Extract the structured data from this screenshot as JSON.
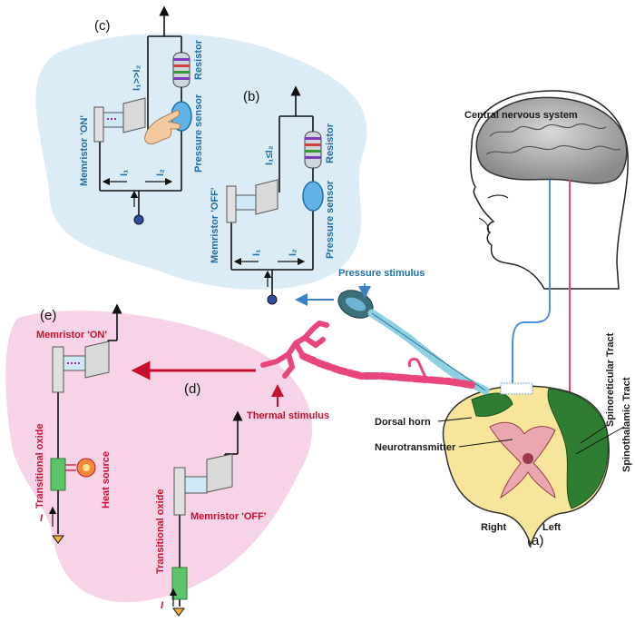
{
  "panels": {
    "a": "(a)",
    "b": "(b)",
    "c": "(c)",
    "d": "(d)",
    "e": "(e)"
  },
  "labels": {
    "central_nervous_system": "Central nervous system",
    "pressure_stimulus": "Pressure stimulus",
    "thermal_stimulus": "Thermal stimulus",
    "dorsal_horn": "Dorsal horn",
    "neurotransmitter": "Neurotransmitter",
    "right": "Right",
    "left": "Left",
    "spinoreticular_tract": "Spinoreticular Tract",
    "spinothalamic_tract": "Spinothalamic Tract"
  },
  "circuit_c": {
    "memristor": "Memristor 'ON'",
    "resistor": "Resistor",
    "pressure_sensor": "Pressure sensor",
    "current_relation": "I₁>>I₂",
    "i1": "I₁",
    "i2": "I₂"
  },
  "circuit_b": {
    "memristor": "Memristor 'OFF'",
    "resistor": "Resistor",
    "pressure_sensor": "Pressure sensor",
    "current_relation": "I₁≤I₂",
    "i1": "I₁",
    "i2": "I₂"
  },
  "circuit_e": {
    "memristor": "Memristor 'ON'",
    "transitional_oxide": "Transitional oxide",
    "heat_source": "Heat source",
    "current": "I"
  },
  "circuit_d": {
    "memristor": "Memristor 'OFF'",
    "transitional_oxide": "Transitional oxide",
    "current": "I"
  },
  "colors": {
    "blue_text": "#1f6fa6",
    "red_text": "#c8102e",
    "blue_bg": "#dcecf6",
    "pink_bg": "#f6d3e6",
    "nerve_blue": "#8fd0e0",
    "nerve_pink": "#e8467a",
    "spinal_yellow": "#f6e59a",
    "spinal_green": "#2f7d32",
    "sensor_blue": "#5fb3e6",
    "oxide_green": "#5cc56a"
  }
}
